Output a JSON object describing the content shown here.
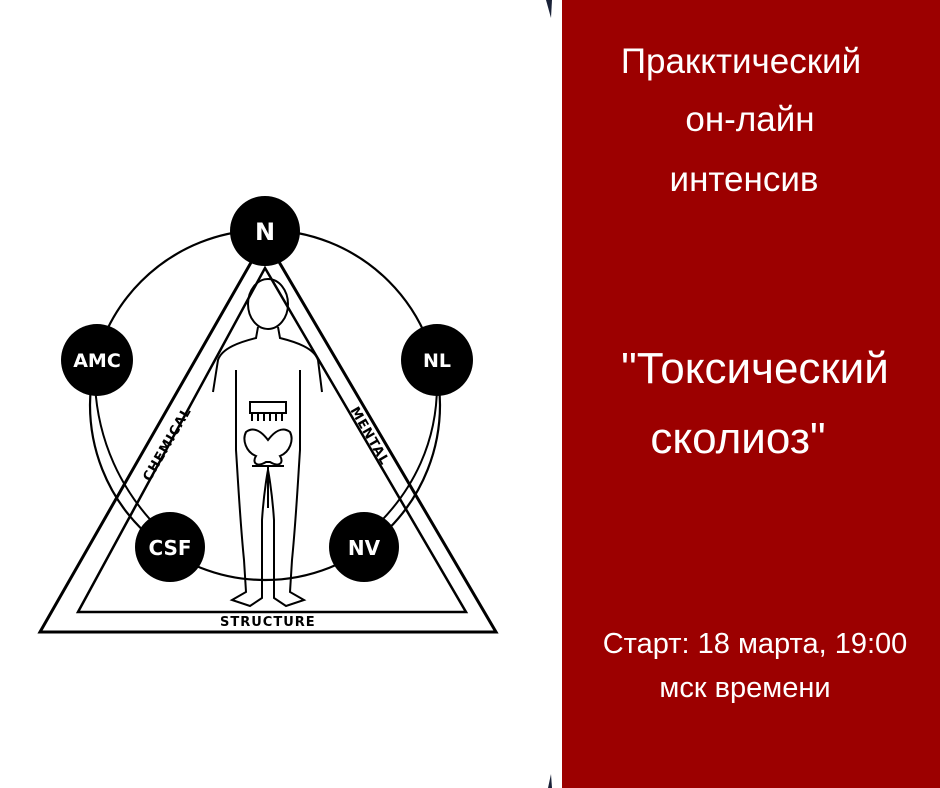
{
  "colors": {
    "accent": "#9c0000",
    "text_on_accent": "#ffffff",
    "diagram": "#000000"
  },
  "header": {
    "lines": [
      "Пракктический",
      "он-лайн",
      "интенсив"
    ]
  },
  "title": {
    "lines": [
      "\"Токсический",
      "сколиоз\""
    ]
  },
  "start": {
    "lines": [
      "Старт: 18 марта, 19:00",
      "мск времени"
    ]
  },
  "diagram": {
    "nodes": {
      "top": "N",
      "upper_left": "AMC",
      "upper_right": "NL",
      "lower_left": "CSF",
      "lower_right": "NV"
    },
    "sides": {
      "left": "CHEMICAL",
      "right": "MENTAL",
      "bottom": "STRUCTURE"
    }
  }
}
